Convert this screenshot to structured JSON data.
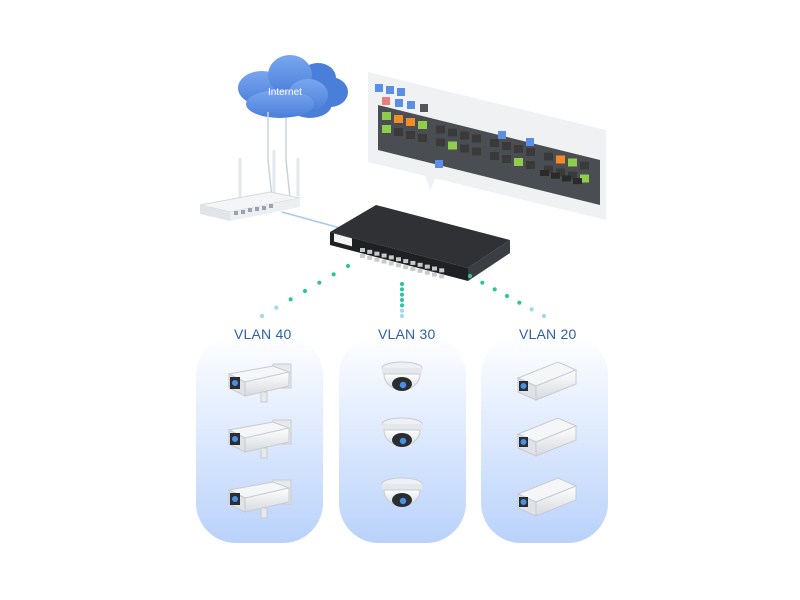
{
  "cloud": {
    "label": "Internet",
    "icon": "cloud-icon",
    "color": "#5b8fe6"
  },
  "router": {
    "icon": "router-icon"
  },
  "switch": {
    "icon": "network-switch-icon",
    "color": "#2b2b2b"
  },
  "callout": {
    "icon": "switch-port-panel-callout",
    "port_colors": {
      "active": "#8fcd4a",
      "alt": "#f28c28",
      "idle": "#3a3a3a"
    }
  },
  "vlans": [
    {
      "label": "VLAN 40",
      "camera_type": "box-camera-icon",
      "count": 3
    },
    {
      "label": "VLAN 30",
      "camera_type": "dome-camera-icon",
      "count": 3
    },
    {
      "label": "VLAN 20",
      "camera_type": "bullet-camera-icon",
      "count": 3
    }
  ],
  "colors": {
    "link_dots": "#2ec4a0",
    "link_dots_fade": "#9fd8f0",
    "column_top": "#ffffff",
    "column_bottom": "#b9d2fb",
    "label": "#2f5fa8"
  }
}
